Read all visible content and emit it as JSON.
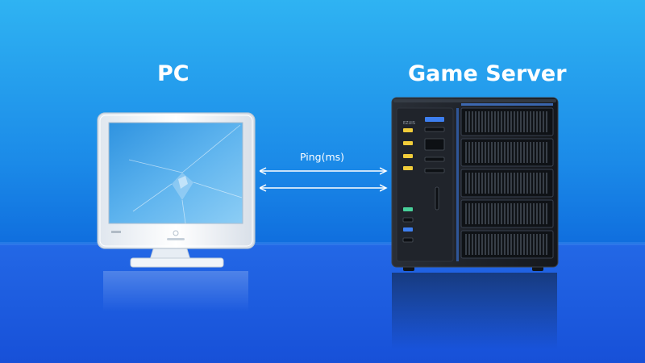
{
  "nodes": {
    "pc_label": "PC",
    "server_label": "Game Server"
  },
  "links": {
    "ping_label": "Ping(ms)"
  },
  "colors": {
    "background_top": "#2fa6ef",
    "background_bottom": "#0a5fd6",
    "floor": "#1f62e6",
    "text": "#ffffff",
    "server_body": "#1d2127",
    "server_accent_yellow": "#f0cc3a",
    "server_accent_blue": "#3d7ff0",
    "server_accent_green": "#48d09a",
    "monitor_frame": "#f3f6fa",
    "monitor_screen": "#57b0ea"
  },
  "icons": {
    "pc": "desktop-monitor-icon",
    "server": "server-tower-icon",
    "link": "double-headed-arrow-icon"
  }
}
